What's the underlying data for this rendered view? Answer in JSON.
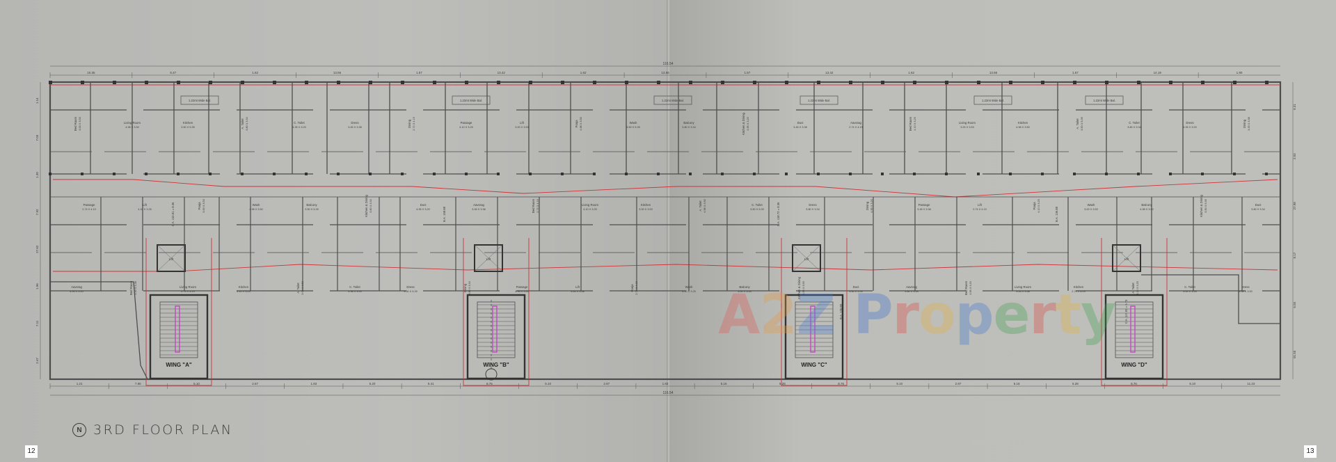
{
  "title": "3RD FLOOR PLAN",
  "north_icon": "N",
  "page_numbers": [
    "12",
    "13"
  ],
  "watermark": {
    "text": "A2Z Property",
    "letters": [
      {
        "ch": "A",
        "color": "#e0574f"
      },
      {
        "ch": "2",
        "color": "#e89a3d"
      },
      {
        "ch": "Z",
        "color": "#4a7fd0"
      },
      {
        "ch": " ",
        "color": "#000000"
      },
      {
        "ch": "P",
        "color": "#3b6fd0"
      },
      {
        "ch": "r",
        "color": "#e2443b"
      },
      {
        "ch": "o",
        "color": "#e8b33a"
      },
      {
        "ch": "p",
        "color": "#3a74d2"
      },
      {
        "ch": "e",
        "color": "#3fa14c"
      },
      {
        "ch": "r",
        "color": "#e2443b"
      },
      {
        "ch": "t",
        "color": "#e8b33a"
      },
      {
        "ch": "y",
        "color": "#3fa14c"
      }
    ]
  },
  "wings": [
    "WING \"A\"",
    "WING \"B\"",
    "WING \"C\"",
    "WING \"D\""
  ],
  "balcony_label": "1.22mt Wide Bal.",
  "overall_dimension": "116.54",
  "top_dimensions": [
    "10.35",
    "6.47",
    "1.62",
    "13.56",
    "1.57",
    "13.42",
    "1.62",
    "13.56",
    "1.57",
    "13.42",
    "1.62",
    "13.56",
    "1.57",
    "14.19",
    "1.90"
  ],
  "bottom_dimensions": [
    "1.21",
    "7.85",
    "5.10",
    "2.67",
    "1.83",
    "5.20",
    "5.41",
    "8.76",
    "5.10",
    "2.87",
    "1.83",
    "5.16",
    "5.28",
    "8.76",
    "5.10",
    "2.87",
    "5.16",
    "5.28",
    "8.76",
    "5.10",
    "11.23"
  ],
  "left_dimensions": [
    "1.14",
    "7.03",
    "1.30",
    "7.92",
    "27.62",
    "1.96",
    "7.11",
    "2.47"
  ],
  "right_dimensions": [
    "9.31",
    "2.03",
    "27.98",
    "8.17",
    "6.55",
    "01.55"
  ],
  "room_labels": [
    "Bed Room",
    "Living Room",
    "Kitchen",
    "A. Toilet",
    "C. Toilet",
    "Dress",
    "Dining",
    "Passage",
    "Lift",
    "Pooja",
    "Wash",
    "Balcony",
    "Kitchen & Dining",
    "Duct",
    "Aavsrag"
  ],
  "room_dimensions": [
    "3.00 X 3.53",
    "4.98 X 3.50",
    "3.50 X 5.39",
    "3.80 X 3.34",
    "4.95 X 3.20",
    "3.45 X 3.38",
    "2.74 X 4.19",
    "4.10 X 3.25"
  ],
  "area_labels": [
    "C.A. 110.81 = 8.36",
    "B.A. 158.88",
    "C.A. 118.72 = 8.36",
    "B.A. 136.88",
    "C.A. 117.83 = 6.73"
  ]
}
